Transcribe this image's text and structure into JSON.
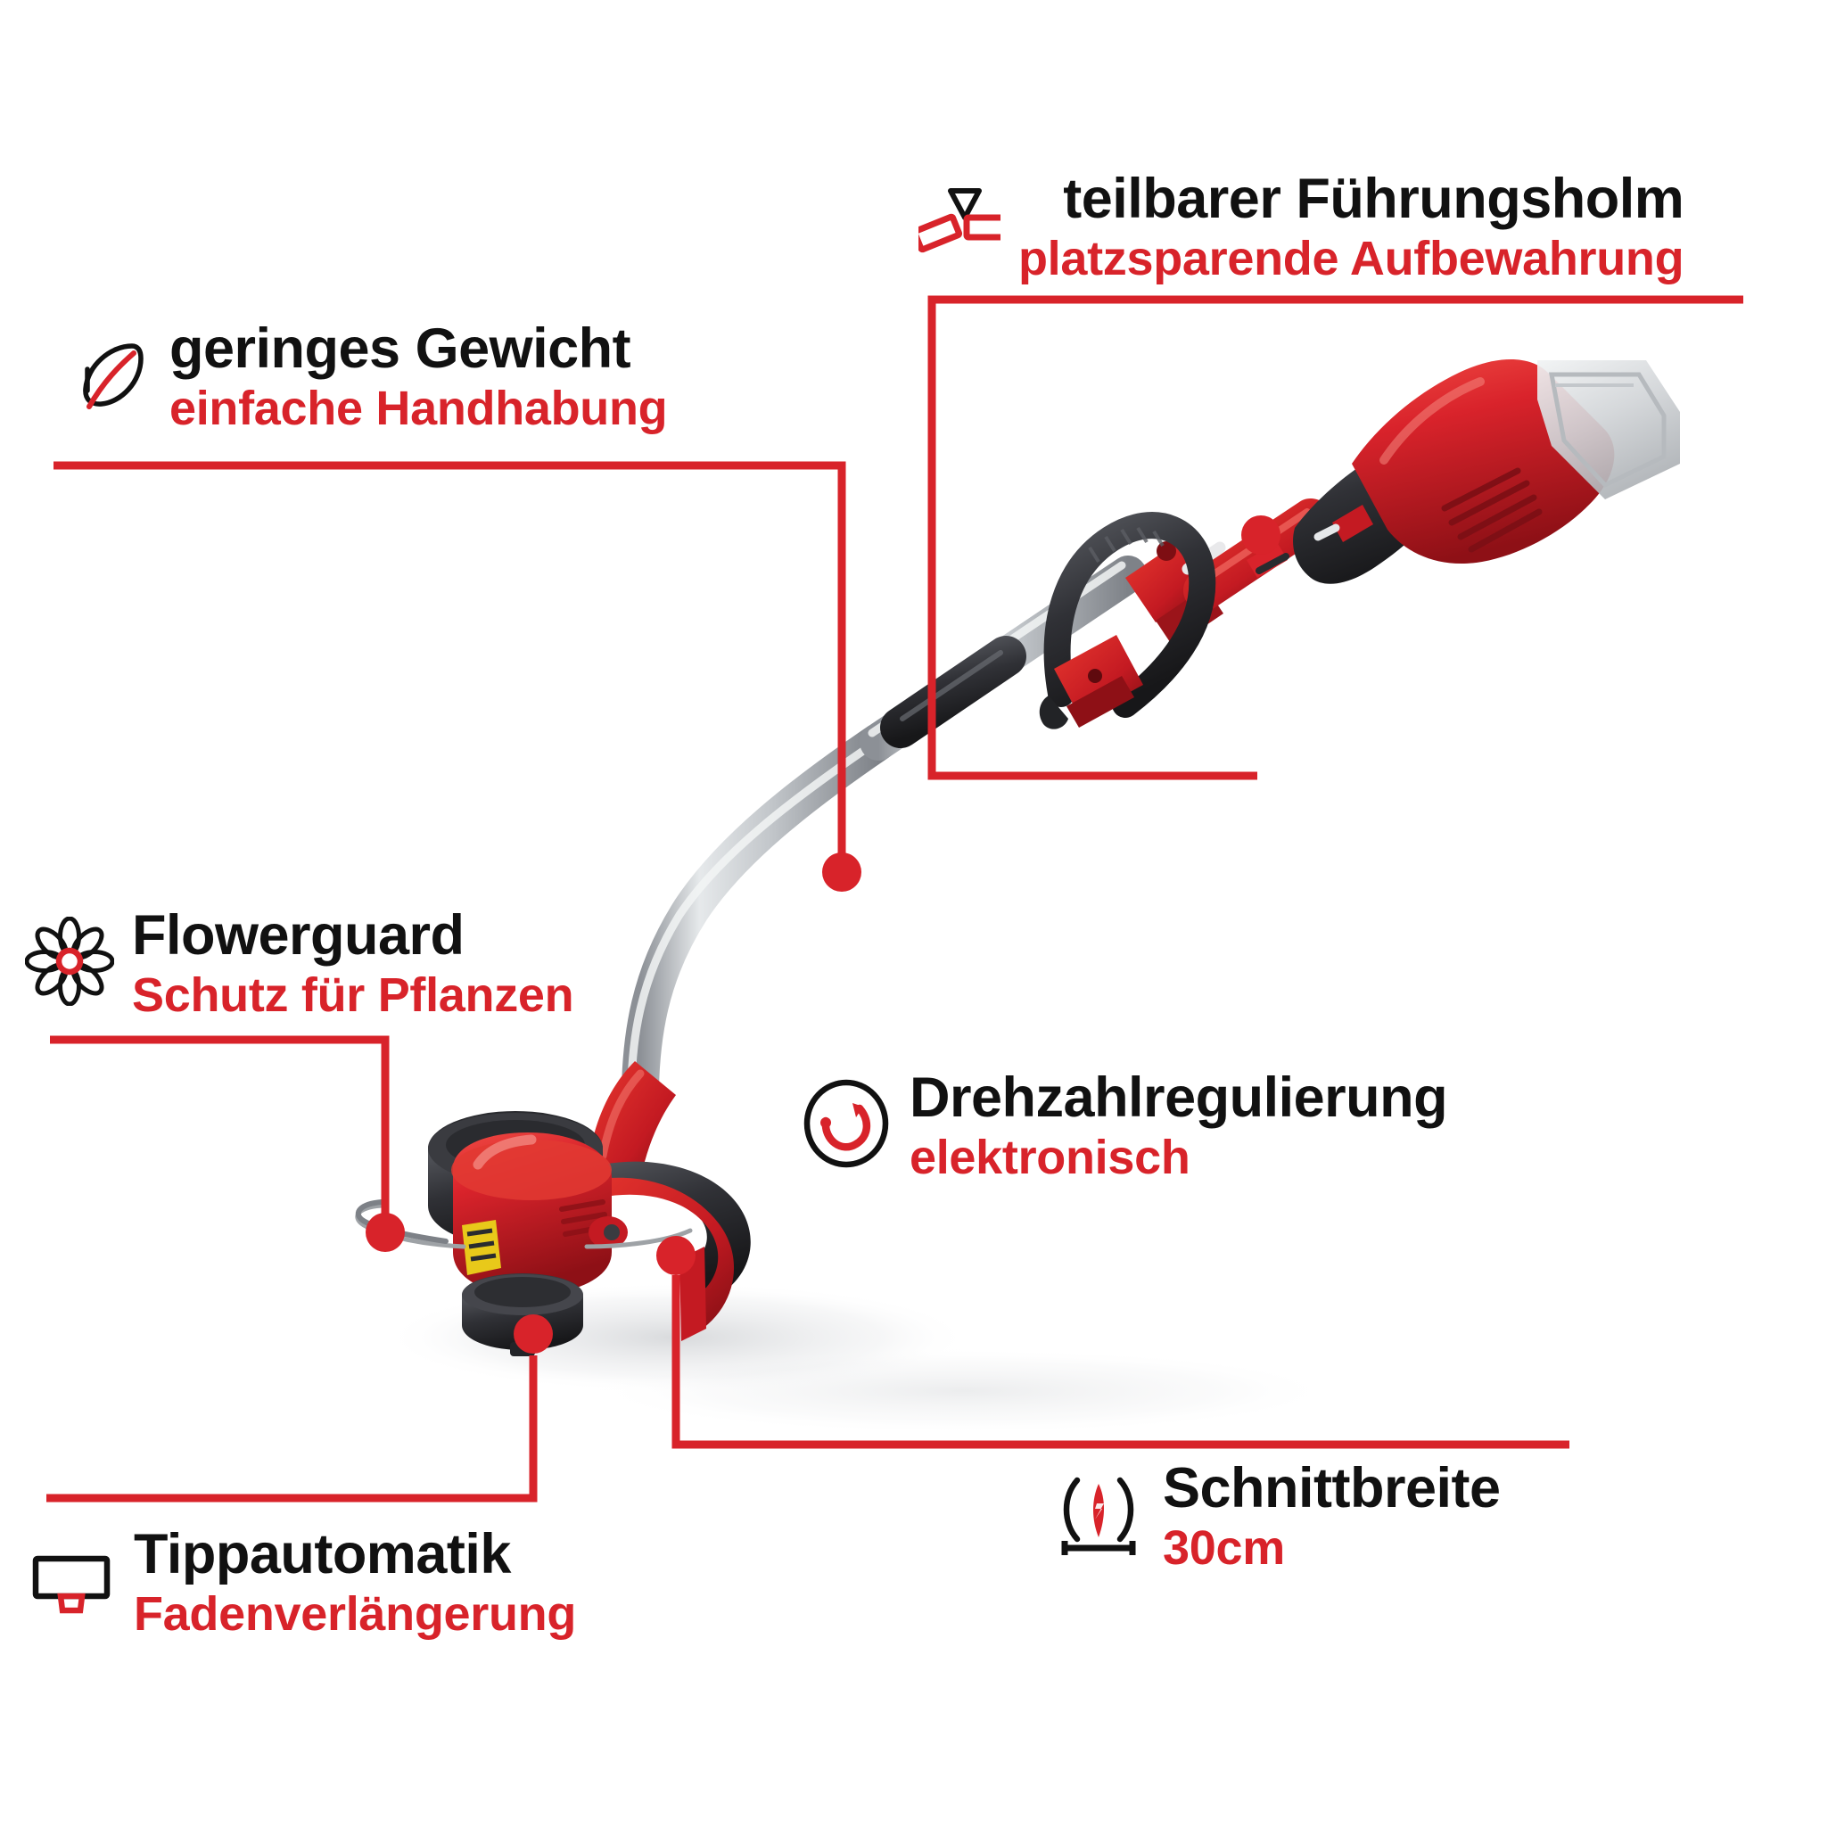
{
  "theme": {
    "accent_red": "#D8232A",
    "title_black": "#111111",
    "background": "#FFFFFF"
  },
  "product": {
    "name": "cordless grass trimmer",
    "colors": {
      "body_red": "#D9232B",
      "body_red_dark": "#A8151C",
      "plastic_black": "#2B2B2D",
      "plastic_black_light": "#44454A",
      "shaft_silver": "#C9CCCF",
      "battery_grey": "#CFD2D4",
      "label_yellow": "#E8C91A"
    }
  },
  "callouts": [
    {
      "id": "teilbarer-fuehrungsholm",
      "icon": "split-shaft-icon",
      "title": "teilbarer Führungsholm",
      "subtitle": "platzsparende Aufbewahrung"
    },
    {
      "id": "geringes-gewicht",
      "icon": "feather-icon",
      "title": "geringes Gewicht",
      "subtitle": "einfache Handhabung"
    },
    {
      "id": "flowerguard",
      "icon": "flower-icon",
      "title": "Flowerguard",
      "subtitle": "Schutz für Pflanzen"
    },
    {
      "id": "drehzahlregulierung",
      "icon": "rotation-speed-icon",
      "title": "Drehzahlregulierung",
      "subtitle": "elektronisch"
    },
    {
      "id": "tippautomatik",
      "icon": "bump-feed-icon",
      "title": "Tippautomatik",
      "subtitle": "Fadenverlängerung"
    },
    {
      "id": "schnittbreite",
      "icon": "cutting-width-icon",
      "title": "Schnittbreite",
      "subtitle": "30cm"
    }
  ]
}
